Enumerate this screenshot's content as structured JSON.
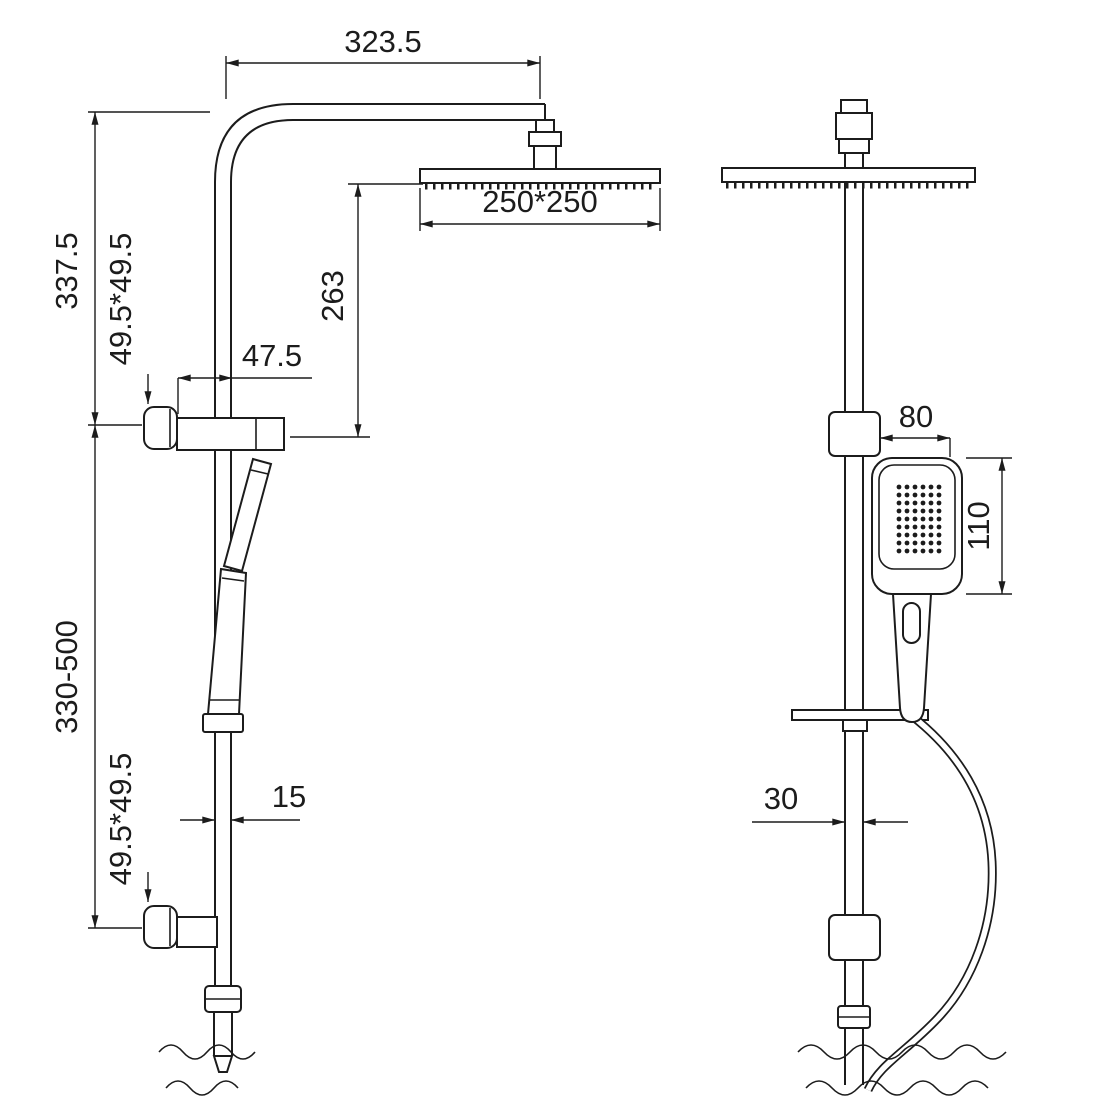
{
  "colors": {
    "line": "#1c1c1c",
    "background": "#ffffff"
  },
  "side": {
    "arm_reach": "323.5",
    "head_size": "250*250",
    "top_height": "337.5",
    "upper_bracket_size": "49.5*49.5",
    "head_drop": "263",
    "bracket_offset": "47.5",
    "adjustable_range": "330-500",
    "lower_bracket_size": "49.5*49.5",
    "pipe_width": "15"
  },
  "front": {
    "handset_width": "80",
    "handset_height": "110",
    "rail_width": "30"
  }
}
